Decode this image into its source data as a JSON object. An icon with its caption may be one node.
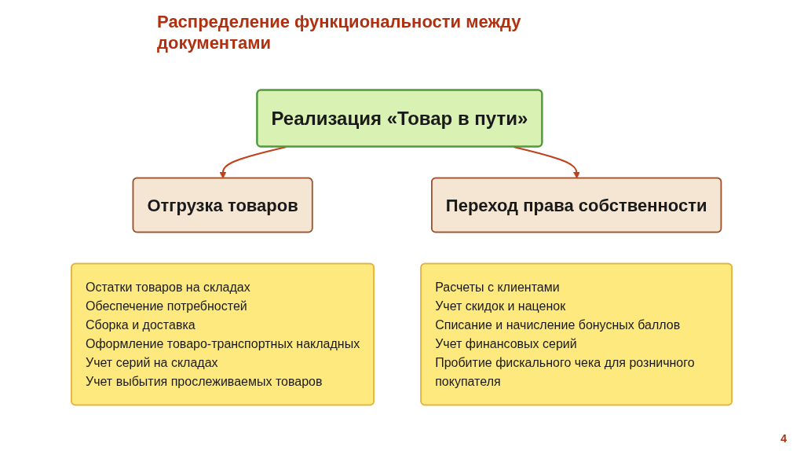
{
  "diagram": {
    "title": "Распределение функциональности между документами",
    "nodes": [
      {
        "text": [
          "Реализация «Товар в пути»"
        ]
      },
      {
        "text": [
          "Отгрузка товаров"
        ]
      },
      {
        "text": [
          "Переход права собственности"
        ]
      },
      {
        "text": [
          "Остатки товаров на складах",
          "Обеспечение потребностей",
          "Сборка и доставка",
          "Оформление товаро-транспортных накладных",
          "Учет серий на складах",
          "Учет выбытия прослеживаемых товаров"
        ]
      },
      {
        "text": [
          "Расчеты с клиентами",
          "Учет скидок и наценок",
          "Списание и начисление бонусных баллов",
          "Учет финансовых серий",
          "Пробитие фискального чека для розничного покупателя"
        ]
      }
    ],
    "edges": [
      {
        "from": 0,
        "to": 1,
        "arrow": "to",
        "color": "#c0401a"
      },
      {
        "from": 0,
        "to": 2,
        "arrow": "to",
        "color": "#c0401a"
      }
    ],
    "labels": [
      "4"
    ]
  }
}
